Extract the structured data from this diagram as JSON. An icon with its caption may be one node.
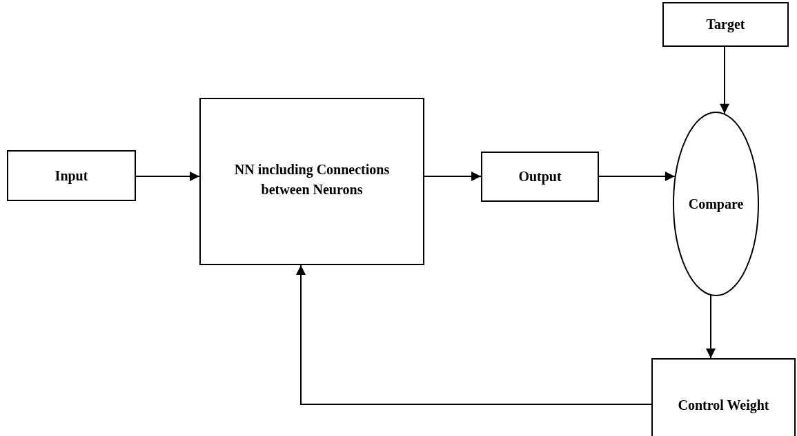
{
  "diagram": {
    "nodes": [
      {
        "text": [
          "Input"
        ]
      },
      {
        "text": [
          "NN including Connections between Neurons"
        ]
      },
      {
        "text": [
          "Output"
        ]
      },
      {
        "text": [
          "Target"
        ]
      },
      {
        "text": [
          "Compare"
        ]
      },
      {
        "text": [
          "Control Weight"
        ]
      }
    ],
    "edges": [
      {
        "from": 0,
        "to": 1,
        "arrow": "to"
      },
      {
        "from": 1,
        "to": 2,
        "arrow": "to"
      },
      {
        "from": 2,
        "to": 4,
        "arrow": "to"
      },
      {
        "from": 3,
        "to": 4,
        "arrow": "to"
      },
      {
        "from": 4,
        "to": 5,
        "arrow": "to"
      },
      {
        "from": 5,
        "to": 1,
        "arrow": "to"
      }
    ]
  }
}
